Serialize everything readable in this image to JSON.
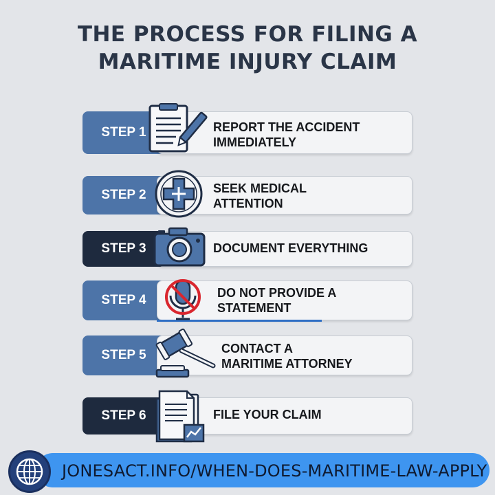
{
  "title": {
    "line1": "THE PROCESS FOR FILING A",
    "line2": "MARITIME INJURY CLAIM"
  },
  "steps": [
    {
      "label": "STEP 1",
      "line1": "REPORT THE ACCIDENT",
      "line2": "IMMEDIATELY",
      "icon": "clipboard-pen-icon"
    },
    {
      "label": "STEP 2",
      "line1": "SEEK MEDICAL",
      "line2": "ATTENTION",
      "icon": "medical-cross-icon"
    },
    {
      "label": "STEP 3",
      "line1": "DOCUMENT EVERYTHING",
      "line2": "",
      "icon": "camera-icon"
    },
    {
      "label": "STEP 4",
      "line1": "DO NOT PROVIDE A",
      "line2": "STATEMENT",
      "icon": "no-microphone-icon"
    },
    {
      "label": "STEP 5",
      "line1": "CONTACT A",
      "line2": "MARITIME ATTORNEY",
      "icon": "gavel-icon"
    },
    {
      "label": "STEP 6",
      "line1": "FILE YOUR CLAIM",
      "line2": "",
      "icon": "document-chart-icon"
    }
  ],
  "footer": {
    "url": "JONESACT.INFO/WHEN-DOES-MARITIME-LAW-APPLY",
    "icon": "globe-icon"
  },
  "colors": {
    "background": "#e3e5e9",
    "step_blue": "#4d74a8",
    "step_dark": "#1e2a3e",
    "footer_pill": "#3e95f0",
    "title": "#2a3547"
  }
}
